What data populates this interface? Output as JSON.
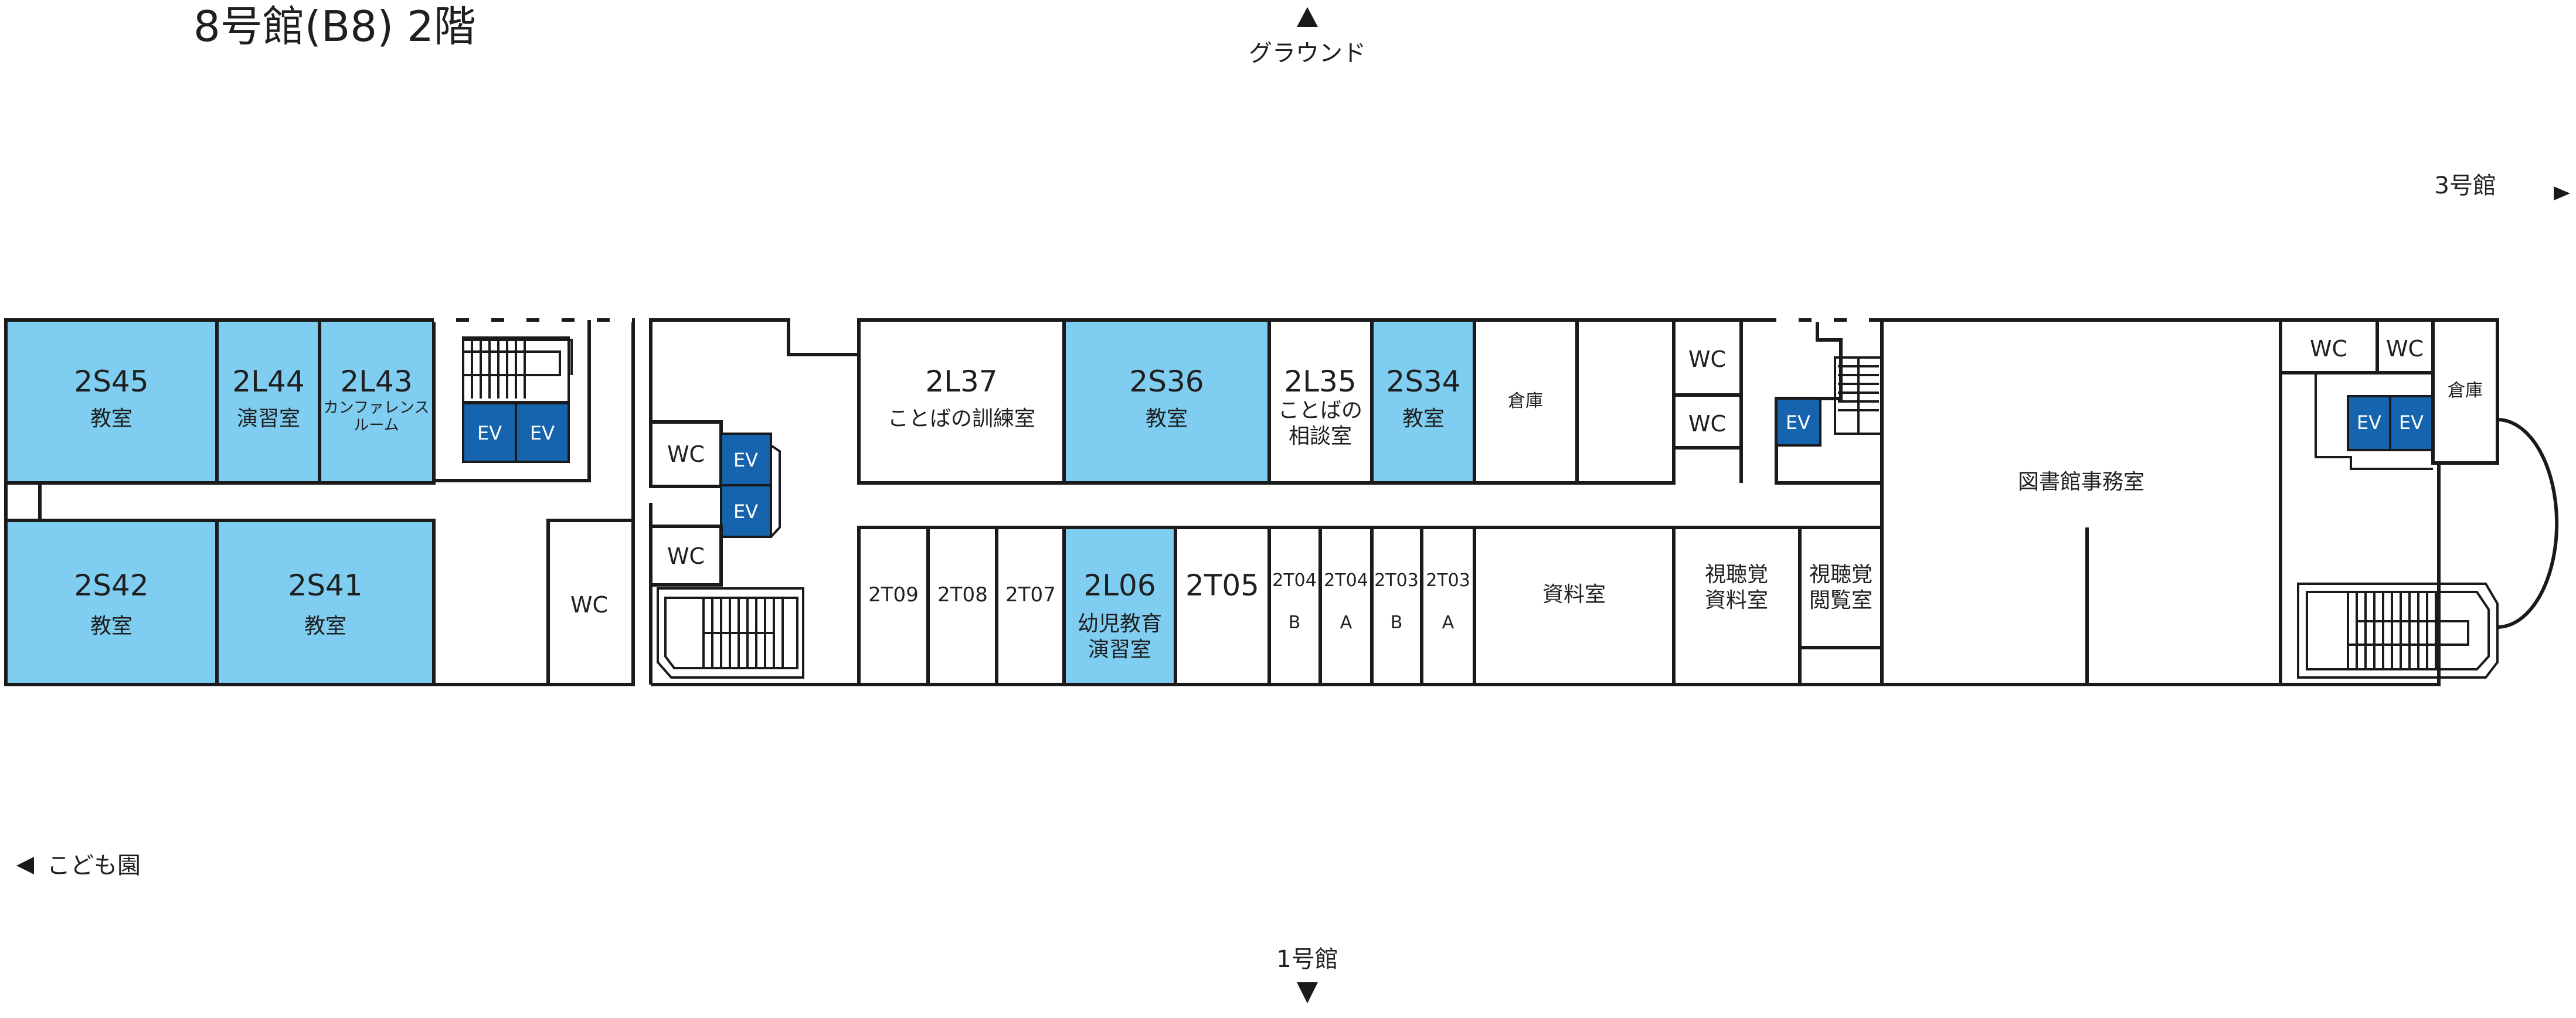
{
  "title": "8号館(B8) 2階",
  "directions": {
    "top": "グラウンド",
    "right": "3号館",
    "left": "こども園",
    "bottom": "1号館"
  },
  "colors": {
    "classroom": "#7fcdf1",
    "elevator": "#1664ad",
    "wall": "#1a1a1a"
  },
  "rooms": {
    "r2s45": {
      "code": "2S45",
      "name": "教室"
    },
    "r2l44": {
      "code": "2L44",
      "name": "演習室"
    },
    "r2l43": {
      "code": "2L43",
      "name1": "カンファレンス",
      "name2": "ルーム"
    },
    "r2s42": {
      "code": "2S42",
      "name": "教室"
    },
    "r2s41": {
      "code": "2S41",
      "name": "教室"
    },
    "r2l37": {
      "code": "2L37",
      "name": "ことばの訓練室"
    },
    "r2s36": {
      "code": "2S36",
      "name": "教室"
    },
    "r2l35": {
      "code": "2L35",
      "name1": "ことばの",
      "name2": "相談室"
    },
    "r2s34": {
      "code": "2S34",
      "name": "教室"
    },
    "souko1": {
      "name": "倉庫"
    },
    "r2t09": {
      "code": "2T09"
    },
    "r2t08": {
      "code": "2T08"
    },
    "r2t07": {
      "code": "2T07"
    },
    "r2l06": {
      "code": "2L06",
      "name1": "幼児教育",
      "name2": "演習室"
    },
    "r2t05": {
      "code": "2T05"
    },
    "r2t04b": {
      "code": "2T04",
      "sub": "B"
    },
    "r2t04a": {
      "code": "2T04",
      "sub": "A"
    },
    "r2t03b": {
      "code": "2T03",
      "sub": "B"
    },
    "r2t03a": {
      "code": "2T03",
      "sub": "A"
    },
    "shiryo": {
      "name": "資料室"
    },
    "shichoukaku_shiryo": {
      "name1": "視聴覚",
      "name2": "資料室"
    },
    "shichoukaku_etsuran": {
      "name1": "視聴覚",
      "name2": "閲覧室"
    },
    "library_office": {
      "name": "図書館事務室"
    },
    "souko2": {
      "name": "倉庫"
    }
  },
  "wc_label": "WC",
  "ev_label": "EV"
}
